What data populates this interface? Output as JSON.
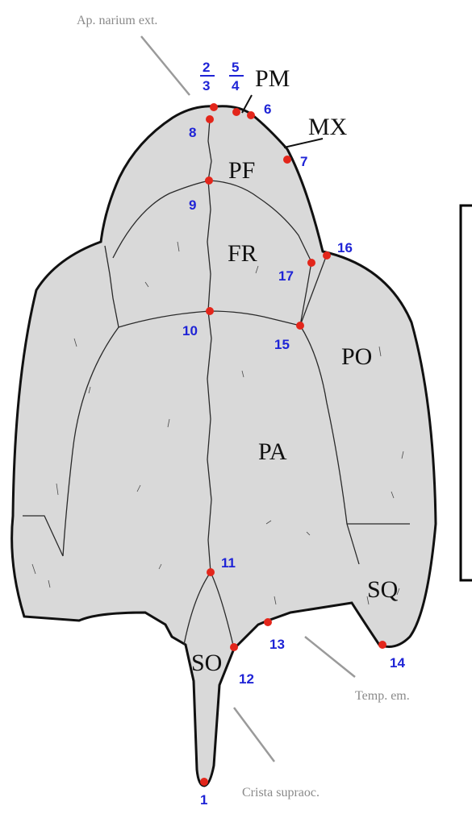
{
  "callouts": {
    "top": "Ap. narium ext.",
    "temp": "Temp. em.",
    "crista": "Crista supraoc."
  },
  "regions": {
    "pm": "PM",
    "mx": "MX",
    "pf": "PF",
    "fr": "FR",
    "po": "PO",
    "pa": "PA",
    "sq": "SQ",
    "so": "SO"
  },
  "landmarks": {
    "l1": "1",
    "l2": "2",
    "l3": "3",
    "l4": "4",
    "l5": "5",
    "l6": "6",
    "l7": "7",
    "l8": "8",
    "l9": "9",
    "l10": "10",
    "l11": "11",
    "l12": "12",
    "l13": "13",
    "l14": "14",
    "l15": "15",
    "l16": "16",
    "l17": "17"
  },
  "colors": {
    "bone": "#d9d9d9",
    "landmark": "#e3261b",
    "number": "#1f24d6",
    "callout": "#8a8a8a"
  }
}
